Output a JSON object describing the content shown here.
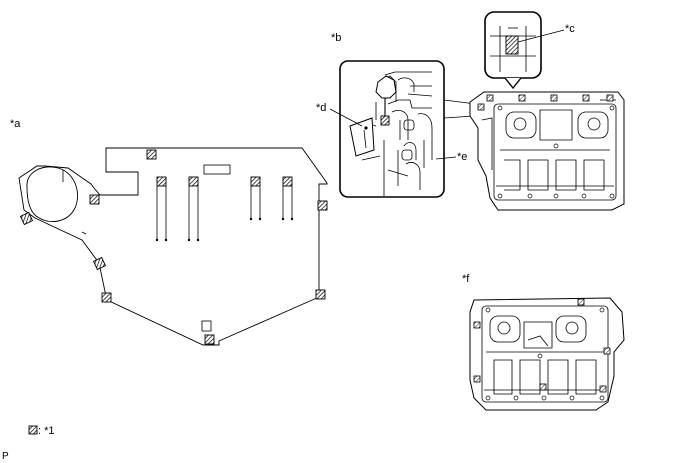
{
  "callouts": {
    "a": "*a",
    "b": "*b",
    "c": "*c",
    "d": "*d",
    "e": "*e",
    "f": "*f"
  },
  "legend": {
    "label": ": *1"
  },
  "footer": {
    "code": "P"
  }
}
